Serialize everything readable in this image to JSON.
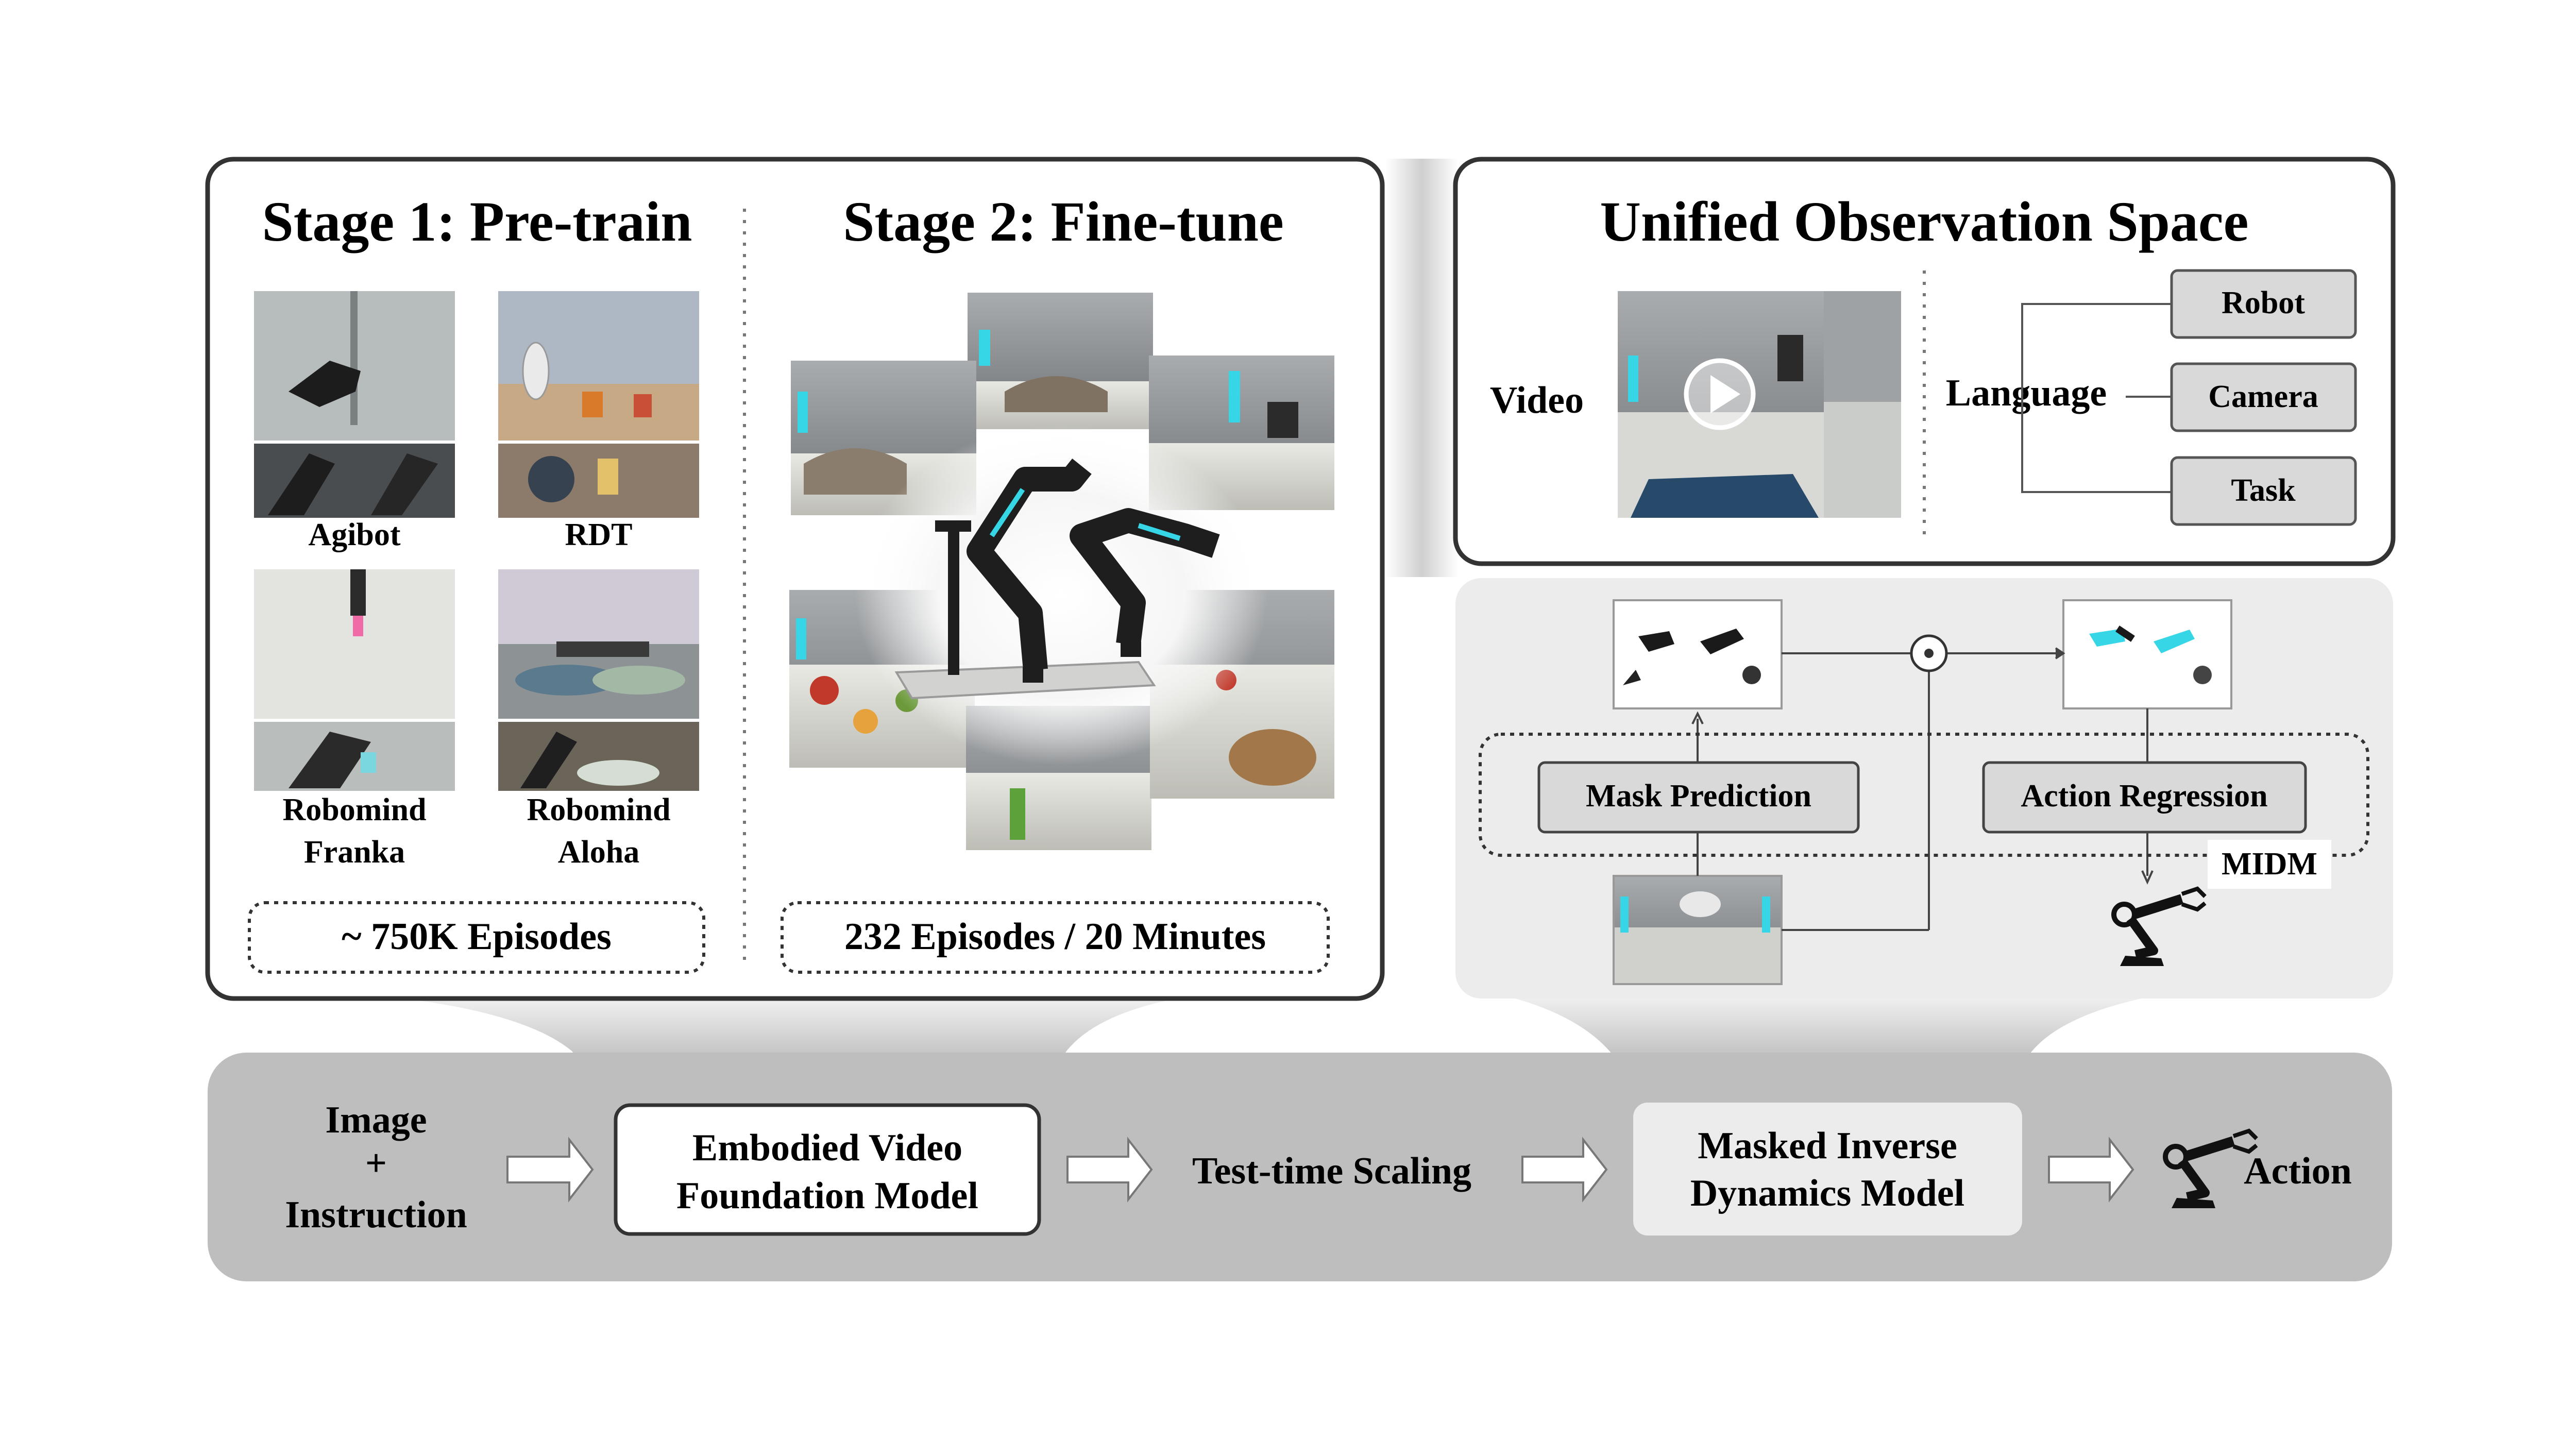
{
  "stage1": {
    "title": "Stage 1: Pre-train",
    "datasets": [
      {
        "label_lines": [
          "Agibot"
        ]
      },
      {
        "label_lines": [
          "RDT"
        ]
      },
      {
        "label_lines": [
          "Robomind",
          "Franka"
        ]
      },
      {
        "label_lines": [
          "Robomind",
          "Aloha"
        ]
      }
    ],
    "episodes": "~ 750K Episodes"
  },
  "stage2": {
    "title": "Stage 2: Fine-tune",
    "episodes": "232 Episodes / 20 Minutes"
  },
  "observation": {
    "title": "Unified Observation Space",
    "video_label": "Video",
    "language_label": "Language",
    "language_items": [
      "Robot",
      "Camera",
      "Task"
    ]
  },
  "midm": {
    "mask_prediction": "Mask Prediction",
    "action_regression": "Action Regression",
    "tag": "MIDM",
    "operator": "⊙"
  },
  "pipeline": {
    "input_lines": [
      "Image",
      "+",
      "Instruction"
    ],
    "foundation_lines": [
      "Embodied Video",
      "Foundation Model"
    ],
    "scaling": "Test-time Scaling",
    "midm_lines": [
      "Masked Inverse",
      "Dynamics Model"
    ],
    "output": "Action"
  },
  "colors": {
    "panel_border": "#333333",
    "pipeline_bg": "#bebebe",
    "midm_panel_bg": "#ececec",
    "box_fill": "#d9d9d9",
    "accent_cyan": "#36d6e6",
    "robot_dark": "#1e1e1e"
  }
}
